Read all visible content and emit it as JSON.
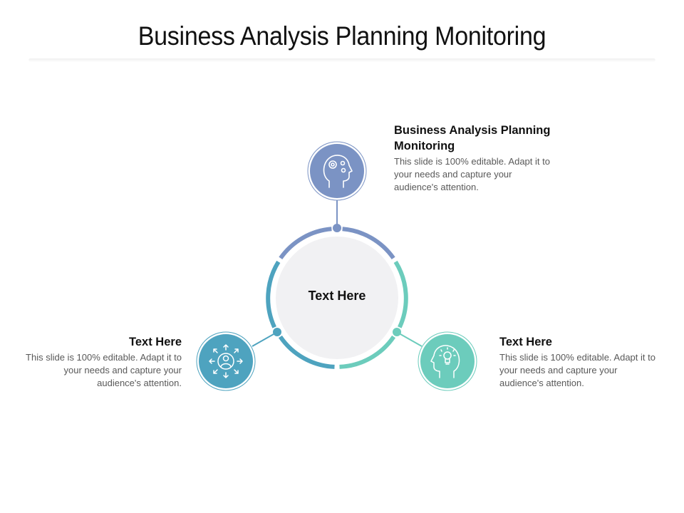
{
  "title": "Business Analysis Planning Monitoring",
  "center": {
    "label": "Text Here"
  },
  "nodes": [
    {
      "id": "top",
      "heading": "Business Analysis Planning Monitoring",
      "body": "This slide is 100% editable. Adapt it to your needs and capture your audience's attention.",
      "icon": "head-gears-icon",
      "color": "#7b93c4"
    },
    {
      "id": "left",
      "heading": "Text Here",
      "body": "This slide is 100% editable. Adapt it to your needs and capture your audience's attention.",
      "icon": "person-arrows-icon",
      "color": "#4ea3bf"
    },
    {
      "id": "right",
      "heading": "Text Here",
      "body": "This slide is 100% editable. Adapt it to your needs and capture your audience's attention.",
      "icon": "head-lightbulb-icon",
      "color": "#6cccbc"
    }
  ],
  "colors": {
    "top": "#7b93c4",
    "left": "#4ea3bf",
    "right": "#6cccbc",
    "center_fill": "#f1f1f3"
  }
}
